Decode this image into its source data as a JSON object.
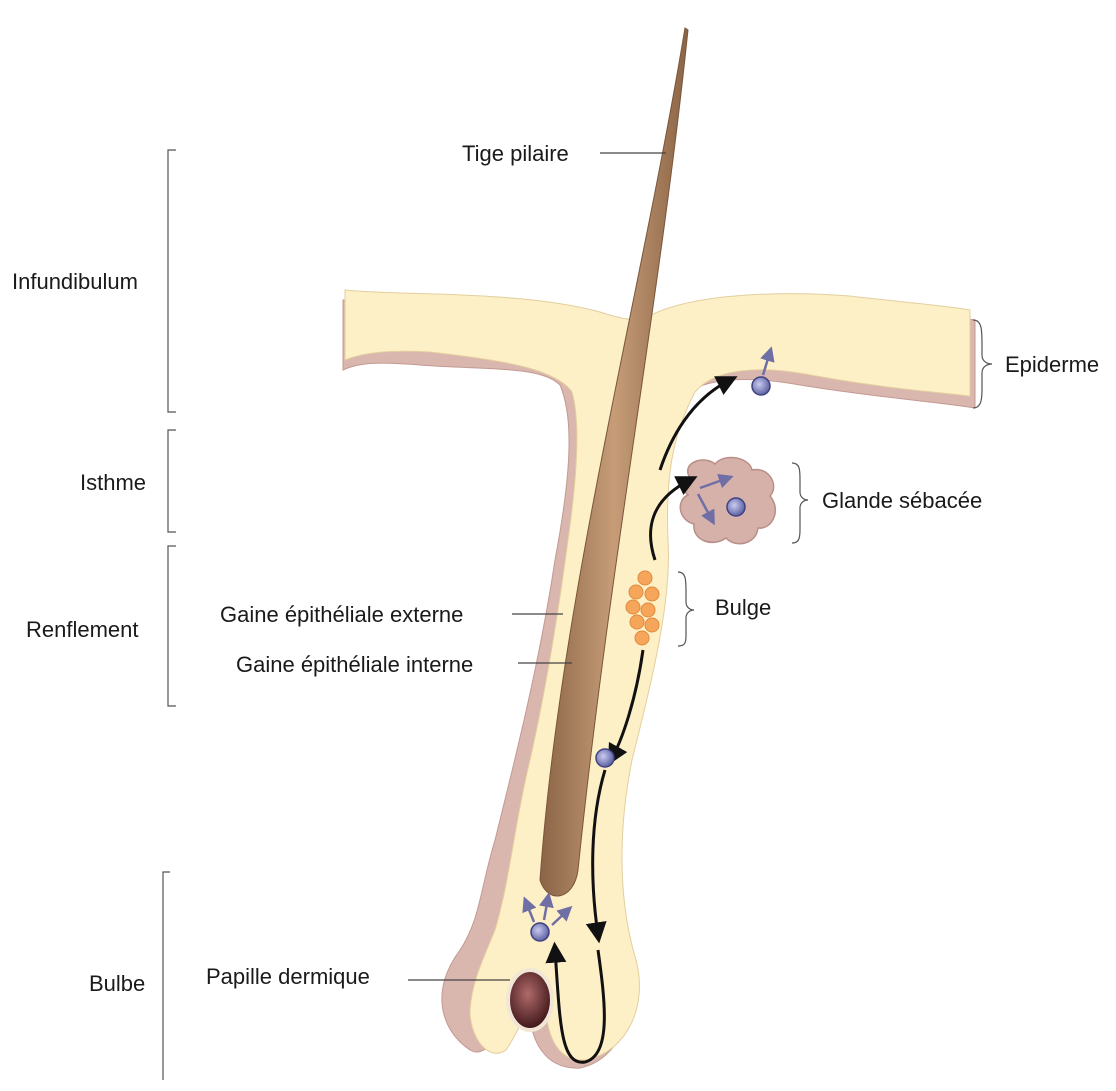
{
  "labels": {
    "hair_shaft": "Tige pilaire",
    "infundibulum": "Infundibulum",
    "isthmus": "Isthme",
    "swelling": "Renflement",
    "bulb": "Bulbe",
    "epidermis": "Epiderme",
    "sebaceous_gland": "Glande sébacée",
    "bulge": "Bulge",
    "outer_sheath": "Gaine épithéliale externe",
    "inner_sheath": "Gaine épithéliale interne",
    "dermal_papilla": "Papille dermique"
  },
  "colors": {
    "skin_fill": "#fdefc6",
    "skin_edge": "#d7b4ad",
    "hair": "#b78d6a",
    "stem_cell": "#7c80b8",
    "bulge_cells": "#f6a65a",
    "papilla": "#6b2a2e",
    "arrow_path": "#111111",
    "arrow_small": "#6f6fa6"
  }
}
